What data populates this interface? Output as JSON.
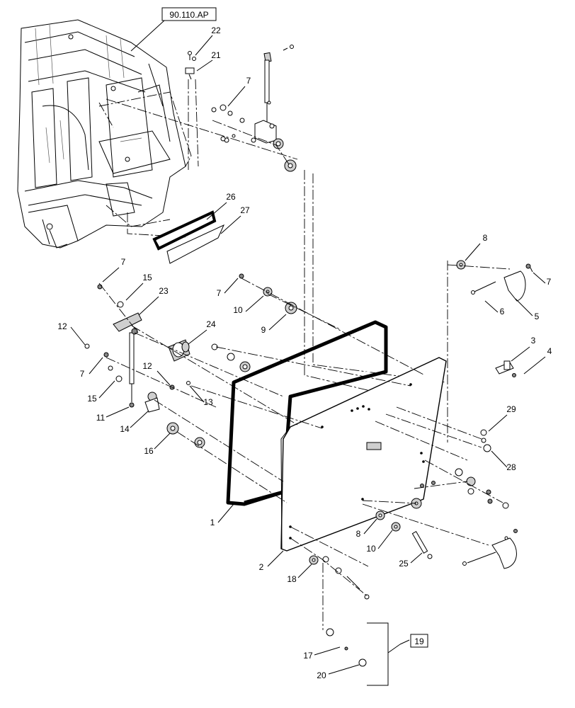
{
  "reference_box": "90.110.AP",
  "kit_box": "19",
  "callouts": [
    {
      "id": "c22",
      "text": "22"
    },
    {
      "id": "c21",
      "text": "21"
    },
    {
      "id": "c7a",
      "text": "7"
    },
    {
      "id": "c26",
      "text": "26"
    },
    {
      "id": "c27",
      "text": "27"
    },
    {
      "id": "c8a",
      "text": "8"
    },
    {
      "id": "c7b",
      "text": "7"
    },
    {
      "id": "c15a",
      "text": "15"
    },
    {
      "id": "c23",
      "text": "23"
    },
    {
      "id": "c7c",
      "text": "7"
    },
    {
      "id": "c10a",
      "text": "10"
    },
    {
      "id": "c9",
      "text": "9"
    },
    {
      "id": "c7d",
      "text": "7"
    },
    {
      "id": "c6",
      "text": "6"
    },
    {
      "id": "c5",
      "text": "5"
    },
    {
      "id": "c12a",
      "text": "12"
    },
    {
      "id": "c24",
      "text": "24"
    },
    {
      "id": "c3",
      "text": "3"
    },
    {
      "id": "c4",
      "text": "4"
    },
    {
      "id": "c7e",
      "text": "7"
    },
    {
      "id": "c12b",
      "text": "12"
    },
    {
      "id": "c15b",
      "text": "15"
    },
    {
      "id": "c13",
      "text": "13"
    },
    {
      "id": "c11",
      "text": "11"
    },
    {
      "id": "c14",
      "text": "14"
    },
    {
      "id": "c29",
      "text": "29"
    },
    {
      "id": "c16",
      "text": "16"
    },
    {
      "id": "c28",
      "text": "28"
    },
    {
      "id": "c1",
      "text": "1"
    },
    {
      "id": "c8b",
      "text": "8"
    },
    {
      "id": "c10b",
      "text": "10"
    },
    {
      "id": "c25",
      "text": "25"
    },
    {
      "id": "c2",
      "text": "2"
    },
    {
      "id": "c18",
      "text": "18"
    },
    {
      "id": "c17",
      "text": "17"
    },
    {
      "id": "c20",
      "text": "20"
    }
  ]
}
